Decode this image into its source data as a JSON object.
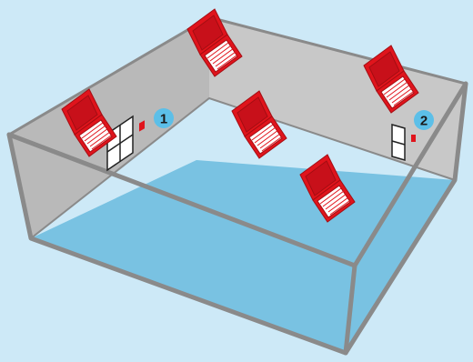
{
  "colors": {
    "background": "#cde9f7",
    "wall": "#c8c8c8",
    "wall_dark": "#b9b9b9",
    "floor": "#79c2e2",
    "outline": "#8a8a8a",
    "detector": "#e0141c",
    "detector_dark": "#a40d12",
    "badge": "#5cbfe8",
    "door": "#ffffff",
    "switch": "#e0141c"
  },
  "detectors": [
    {
      "id": "detector-1"
    },
    {
      "id": "detector-2"
    },
    {
      "id": "detector-3"
    },
    {
      "id": "detector-4"
    },
    {
      "id": "detector-5"
    }
  ],
  "doors": [
    {
      "label": "1"
    },
    {
      "label": "2"
    }
  ]
}
